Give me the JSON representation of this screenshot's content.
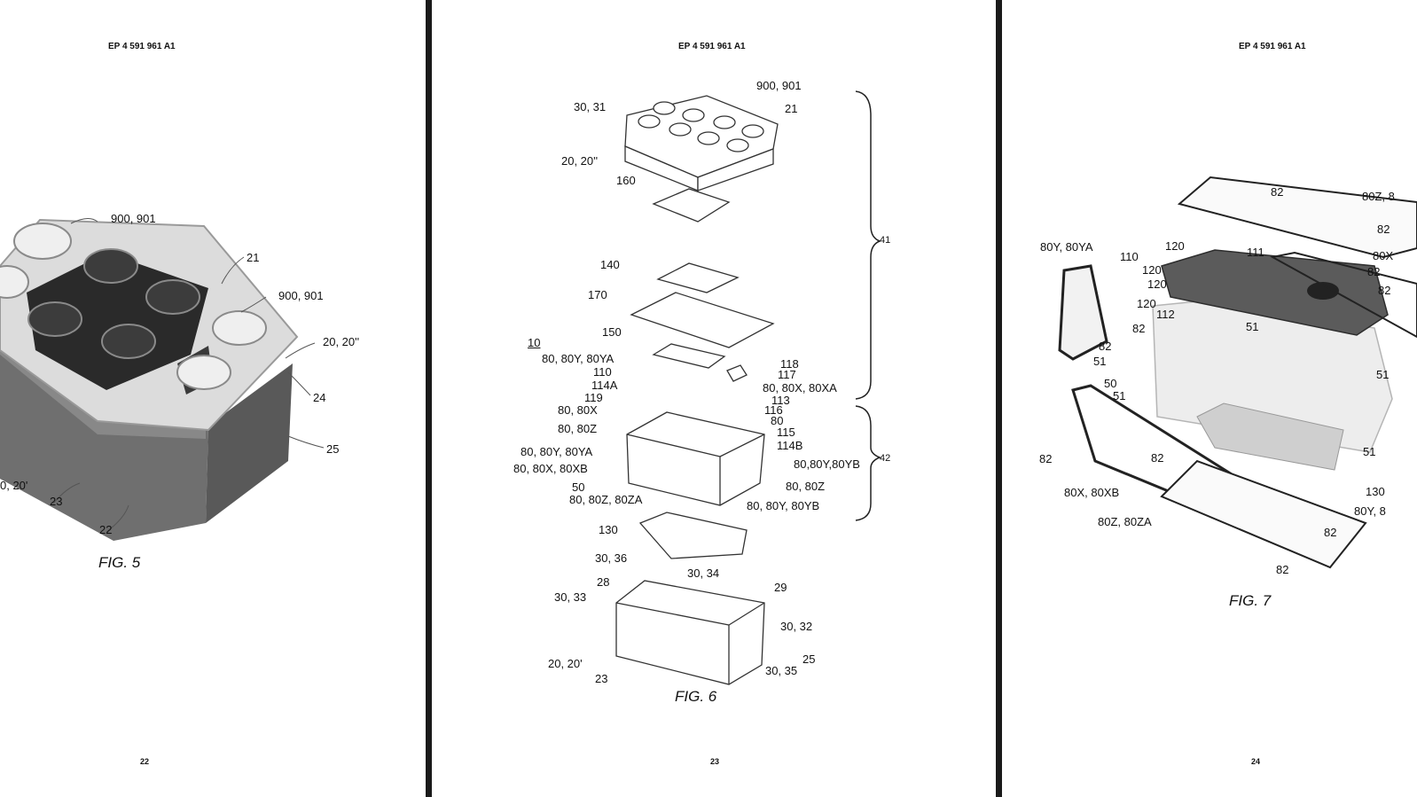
{
  "pages": [
    {
      "header": "EP 4 591 961 A1",
      "page_number": "22",
      "figure": "FIG. 5",
      "labels": [
        "900, 901",
        "21",
        "900, 901",
        "20, 20''",
        "24",
        "25",
        "0, 20'",
        "23",
        "22"
      ]
    },
    {
      "header": "EP 4 591 961 A1",
      "page_number": "23",
      "figure": "FIG. 6",
      "labels": [
        "900, 901",
        "30, 31",
        "21",
        "20, 20''",
        "160",
        "41",
        "140",
        "170",
        "150",
        "10",
        "80, 80Y, 80YA",
        "118",
        "110",
        "117",
        "114A",
        "80, 80X, 80XA",
        "119",
        "113",
        "80, 80X",
        "116",
        "80",
        "80, 80Z",
        "115",
        "114B",
        "80, 80Y, 80YA",
        "80,80Y,80YB",
        "42",
        "80, 80X, 80XB",
        "80, 80Z",
        "50",
        "80, 80Z, 80ZA",
        "80, 80Y, 80YB",
        "130",
        "30, 36",
        "30, 34",
        "28",
        "29",
        "30, 33",
        "30, 32",
        "25",
        "20, 20'",
        "30, 35",
        "23"
      ]
    },
    {
      "header": "EP 4 591 961 A1",
      "page_number": "24",
      "figure": "FIG. 7",
      "labels": [
        "82",
        "80Z, 8",
        "82",
        "80Y, 80YA",
        "120",
        "111",
        "80X",
        "110",
        "120",
        "82",
        "120",
        "82",
        "120",
        "112",
        "82",
        "51",
        "82",
        "51",
        "50",
        "51",
        "51",
        "82",
        "82",
        "51",
        "80X, 80XB",
        "130",
        "80Y, 8",
        "80Z, 80ZA",
        "82",
        "82"
      ]
    }
  ]
}
